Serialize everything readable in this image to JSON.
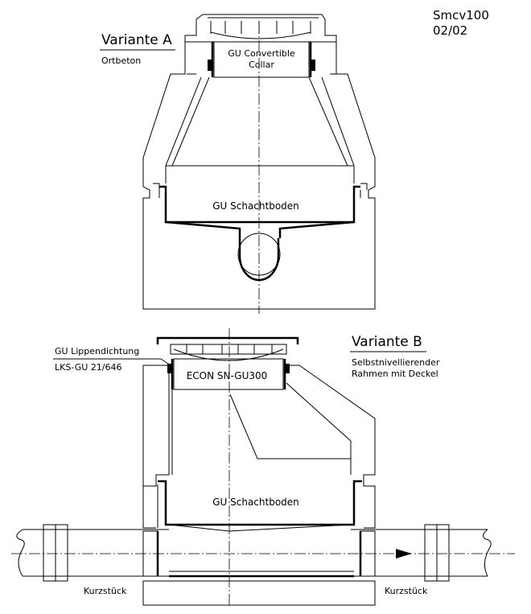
{
  "header": {
    "code": "Smcv100",
    "sheet": "02/02"
  },
  "variant_a": {
    "title": "Variante A",
    "subtitle": "Ortbeton",
    "collar_line1": "GU Convertible",
    "collar_line2": "Collar",
    "base_label": "GU Schachtboden"
  },
  "variant_b": {
    "title": "Variante B",
    "desc_line1": "Selbstnivellierender",
    "desc_line2": "Rahmen mit Deckel",
    "seal_line1": "GU Lippendichtung",
    "seal_line2": "LKS-GU 21/646",
    "frame_label": "ECON SN-GU300",
    "base_label": "GU Schachtboden",
    "short_left": "Kurzstück",
    "short_right": "Kurzstück"
  }
}
